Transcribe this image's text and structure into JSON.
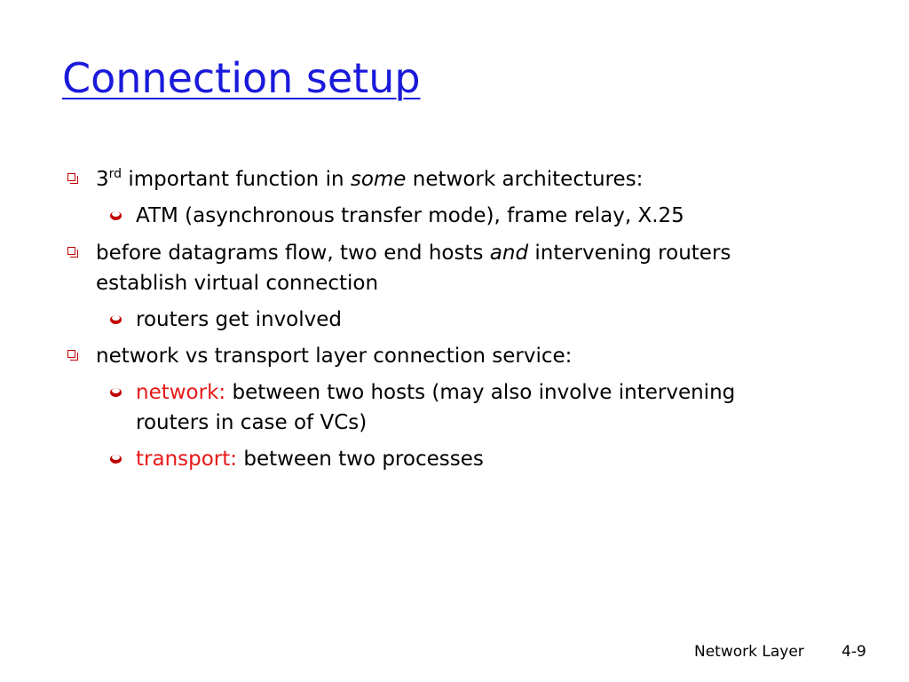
{
  "slide": {
    "title": "Connection setup",
    "bullets": {
      "b1": {
        "num": "3",
        "sup": "rd",
        "text_a": " important function in ",
        "em": "some",
        "text_b": " network architectures:",
        "sub1": "ATM (asynchronous transfer mode), frame relay, X.25"
      },
      "b2": {
        "text_a": "before datagrams flow, two end hosts ",
        "em": "and",
        "text_b": " intervening routers",
        "line2": "establish virtual connection",
        "sub1": "routers get involved"
      },
      "b3": {
        "text": "network vs transport layer connection service:",
        "sub1": {
          "label": "network:",
          "text": " between two hosts (may also involve intervening",
          "line2": "routers in case of VCs)"
        },
        "sub2": {
          "label": "transport:",
          "text": " between two processes"
        }
      }
    },
    "footer": {
      "section": "Network Layer",
      "page": "4-9"
    },
    "colors": {
      "title": "#1a1adb",
      "bullet": "#c00000",
      "highlight": "#e81818"
    }
  }
}
